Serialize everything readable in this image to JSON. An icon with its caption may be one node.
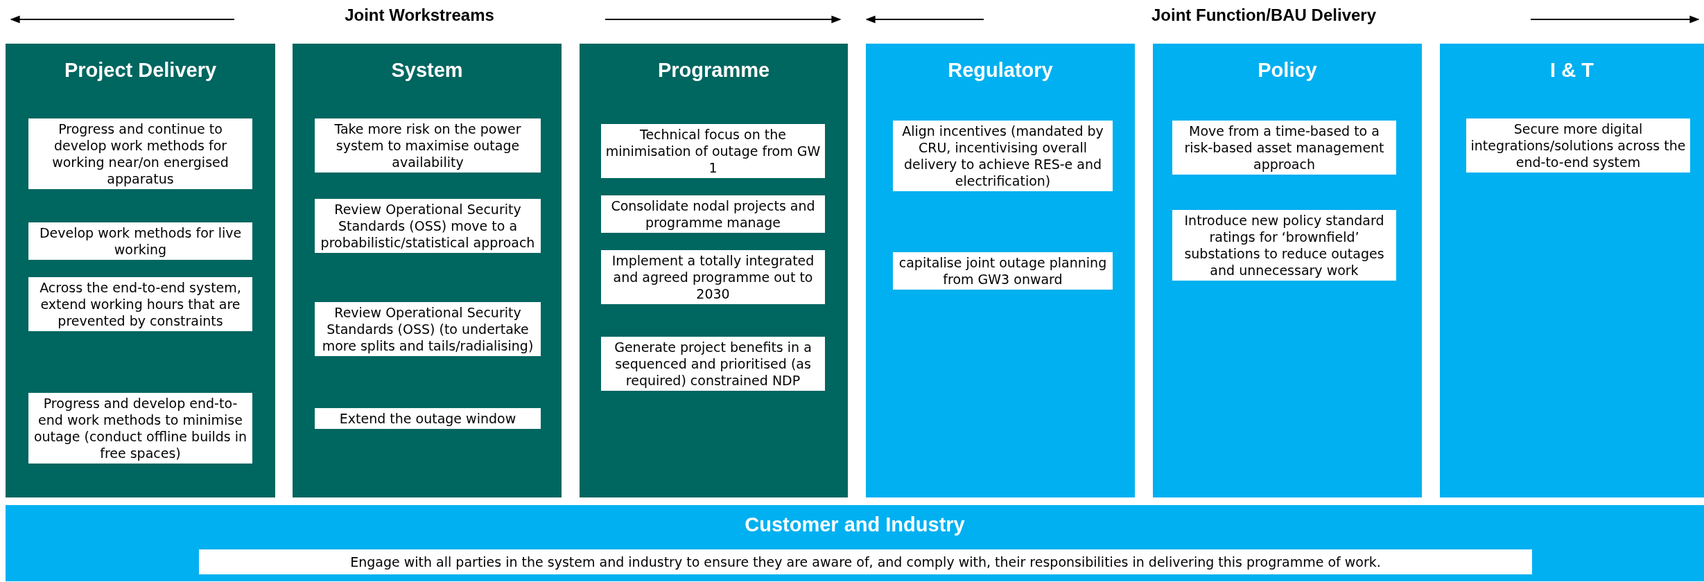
{
  "diagram": {
    "nodes": [
      {
        "text": [
          "Project Delivery"
        ]
      },
      {
        "text": [
          "Progress and continue to develop work methods for working near/on energised apparatus"
        ],
        "in": 0
      },
      {
        "text": [
          "Develop work methods for live working"
        ],
        "in": 0
      },
      {
        "text": [
          "Across the end-to-end system, extend working hours that are prevented by constraints"
        ],
        "in": 0
      },
      {
        "text": [
          "Progress and develop end-to-end work methods to minimise outage (conduct offline builds in free spaces)"
        ],
        "in": 0
      },
      {
        "text": [
          "System"
        ]
      },
      {
        "text": [
          "Take more risk on the power system to maximise outage availability"
        ],
        "in": 5
      },
      {
        "text": [
          "Review Operational Security Standards (OSS) move to a probabilistic/statistical approach"
        ],
        "in": 5
      },
      {
        "text": [
          "Review Operational Security Standards (OSS) (to undertake more splits and tails/radialising)"
        ],
        "in": 5
      },
      {
        "text": [
          "Extend the outage window"
        ],
        "in": 5
      },
      {
        "text": [
          "Programme"
        ]
      },
      {
        "text": [
          "Technical focus on the minimisation of outage from GW 1"
        ],
        "in": 10
      },
      {
        "text": [
          "Consolidate nodal projects and programme manage"
        ],
        "in": 10
      },
      {
        "text": [
          "Implement a totally integrated and agreed programme out to 2030"
        ],
        "in": 10
      },
      {
        "text": [
          "Generate project benefits in a sequenced and prioritised (as required) constrained NDP"
        ],
        "in": 10
      },
      {
        "text": [
          "Regulatory"
        ]
      },
      {
        "text": [
          "Align incentives (mandated by CRU, incentivising overall delivery to achieve RES-e and electrification)"
        ],
        "in": 15
      },
      {
        "text": [
          "capitalise joint outage planning from GW3 onward"
        ],
        "in": 15
      },
      {
        "text": [
          "Policy"
        ]
      },
      {
        "text": [
          "Move from a time-based to a risk-based asset management approach"
        ],
        "in": 18
      },
      {
        "text": [
          "Introduce new policy standard ratings for ‘brownfield’ substations to reduce outages and unnecessary work"
        ],
        "in": 18
      },
      {
        "text": [
          "I & T"
        ]
      },
      {
        "text": [
          "Secure more digital integrations/solutions across the end-to-end system"
        ],
        "in": 21
      },
      {
        "text": [
          "Customer and Industry"
        ]
      },
      {
        "text": [
          "Engage with all parties in the system and industry to ensure they are aware of, and comply with, their responsibilities in delivering this programme of work."
        ],
        "in": 23
      }
    ],
    "labels": [
      "Joint Workstreams",
      "Joint Function/BAU Delivery"
    ]
  }
}
